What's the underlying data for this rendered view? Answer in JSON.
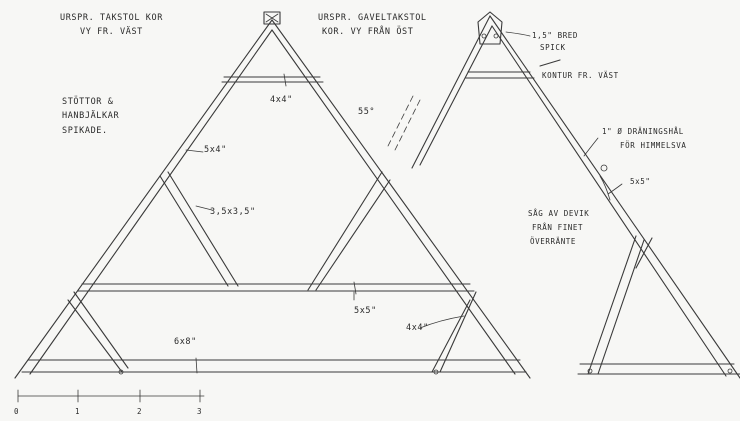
{
  "labels": {
    "title_left_1": "URSPR. TAKSTOL KOR",
    "title_left_2": "VY FR. VÄST",
    "title_right_1": "URSPR. GAVELTAKSTOL",
    "title_right_2": "KOR. VY FRÅN ÖST",
    "note_supports_1": "STÖTTOR &",
    "note_supports_2": "HANBJÄLKAR",
    "note_supports_3": "SPIKADE.",
    "dim_4x4_top": "4x4\"",
    "dim_5x4": "5x4\"",
    "angle_55": "55°",
    "dim_3_5x3_5": "3,5x3,5\"",
    "dim_5x5": "5x5\"",
    "dim_6x8": "6x8\"",
    "dim_4x4_bottom": "4x4\"",
    "note_beam_end_1": "1,5\" BRED",
    "note_beam_end_2": "SPICK",
    "note_contour": "KONTUR FR. VÄST",
    "note_drain_1": "1\" Ø DRÄNINGSHÅL",
    "note_drain_2": "FÖR HIMMELSVA",
    "dim_5x5_right": "5x5\"",
    "note_removed_1": "SÅG AV DEVIK",
    "note_removed_2": "FRÅN FINET",
    "note_removed_3": "ÖVERRÄNTE"
  },
  "scale_bar": {
    "ticks": [
      "0",
      "1",
      "2",
      "3"
    ]
  }
}
